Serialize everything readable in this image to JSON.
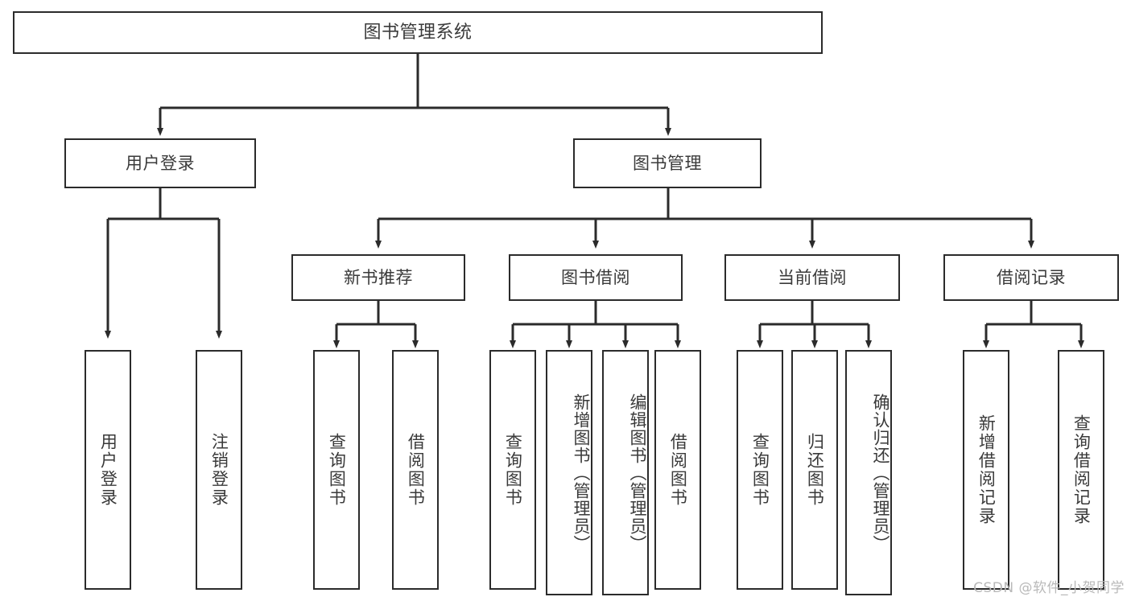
{
  "diagram": {
    "title": "图书管理系统",
    "type": "tree-hierarchy",
    "root": {
      "label": "图书管理系统"
    },
    "level2": {
      "user_login": "用户登录",
      "book_manage": "图书管理"
    },
    "level3": {
      "new_book_recommend": "新书推荐",
      "book_borrow": "图书借阅",
      "current_borrow": "当前借阅",
      "borrow_record": "借阅记录"
    },
    "leaves": {
      "user_login": [
        "用户登录",
        "注销登录"
      ],
      "new_book_recommend": [
        "查询图书",
        "借阅图书"
      ],
      "book_borrow": [
        "查询图书",
        "新增图书（管理员）",
        "编辑图书（管理员）",
        "借阅图书"
      ],
      "current_borrow": [
        "查询图书",
        "归还图书",
        "确认归还（管理员）"
      ],
      "borrow_record": [
        "新增借阅记录",
        "查询借阅记录"
      ]
    }
  },
  "watermark": {
    "text": "CSDN @软件_小贺同学"
  },
  "colors": {
    "stroke": "#2b2b2b",
    "text": "#3a3a3a",
    "background": "#ffffff",
    "watermark": "#b9b9b9"
  }
}
